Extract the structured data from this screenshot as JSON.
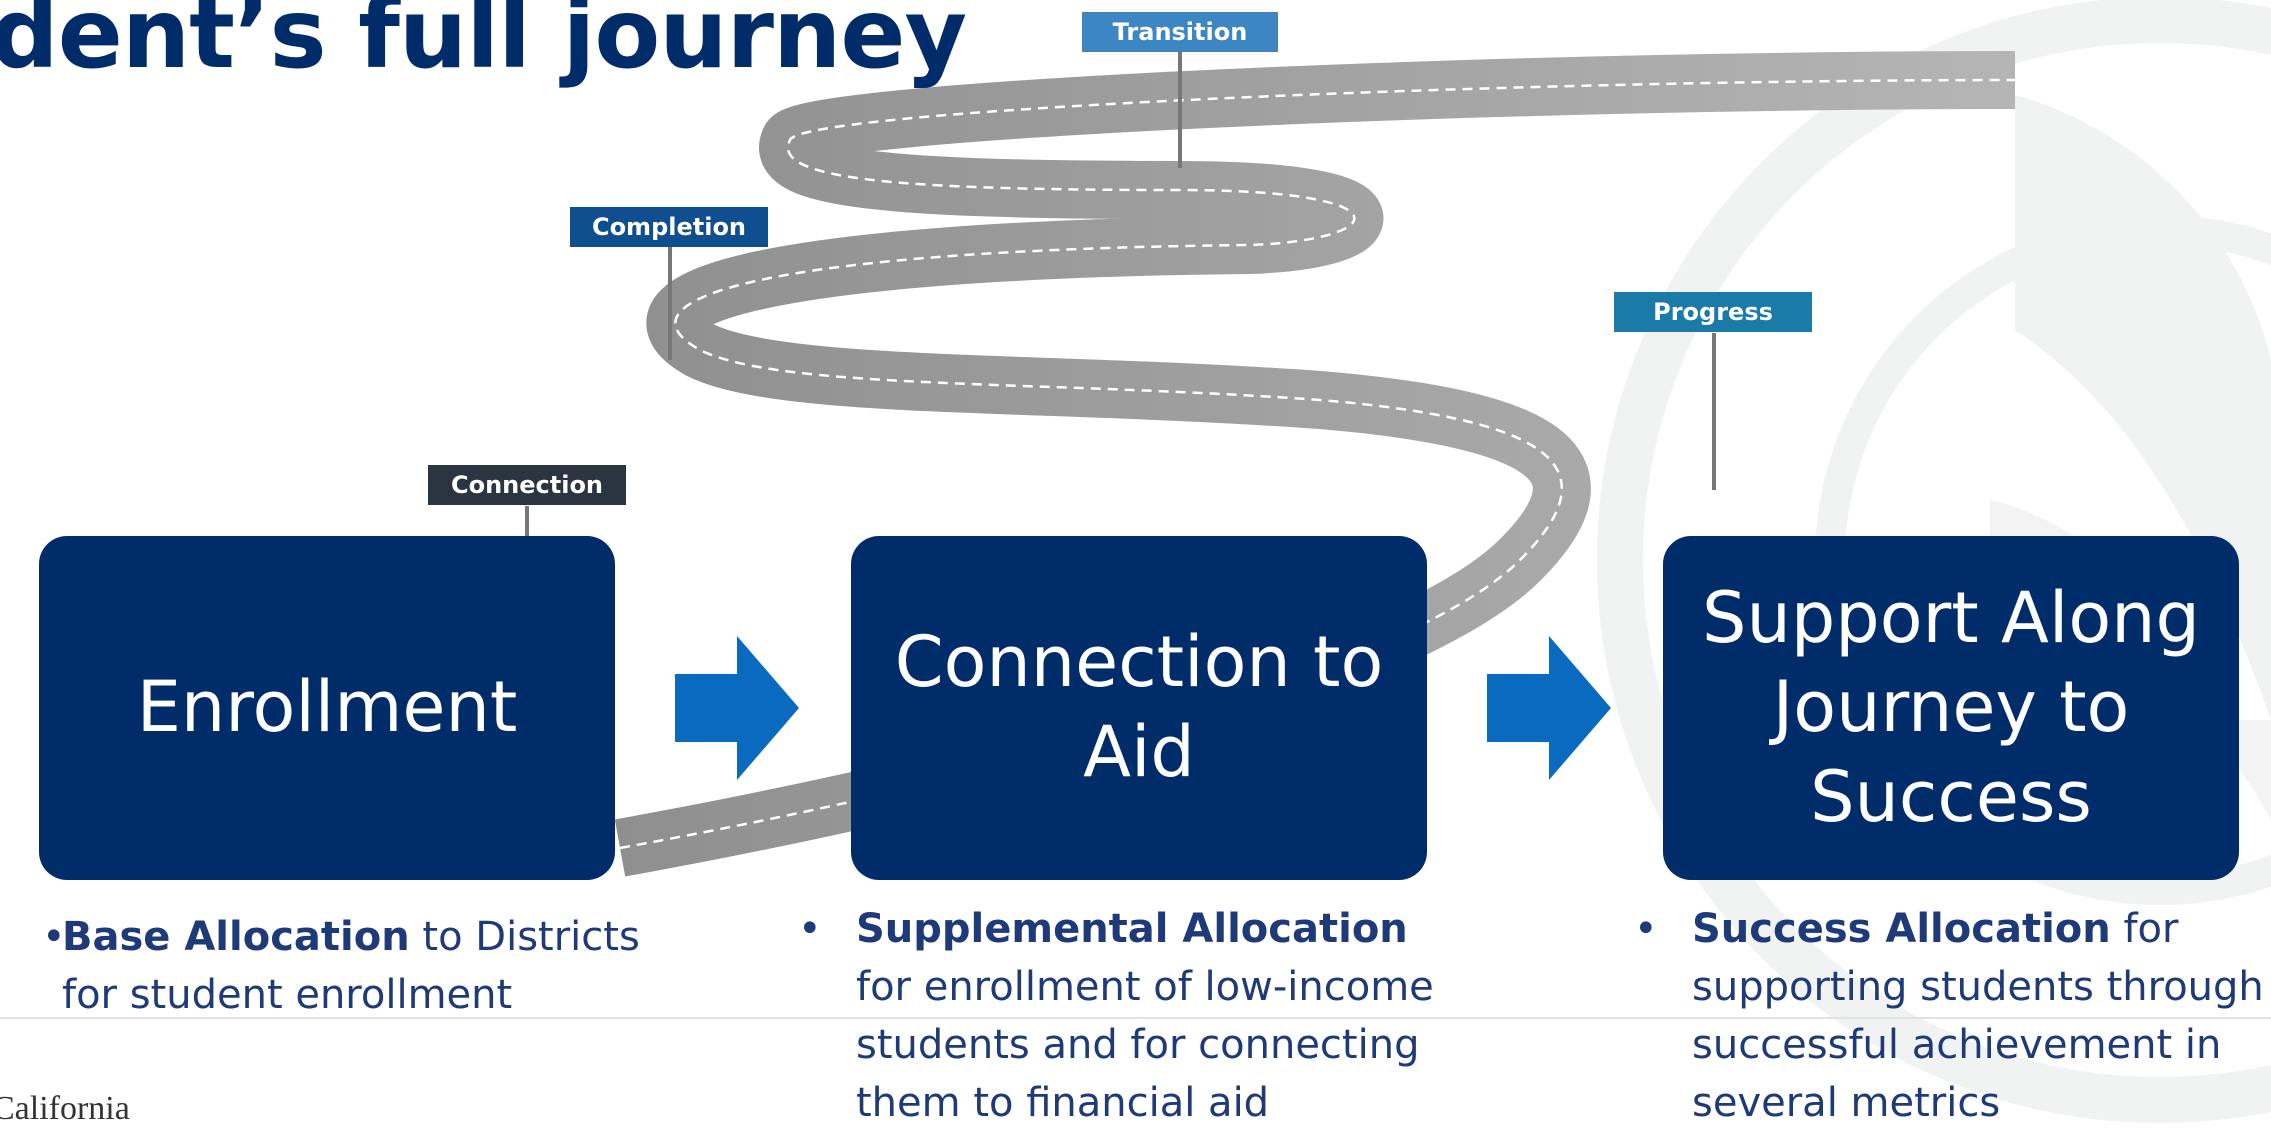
{
  "title": "dent’s full journey",
  "signs": {
    "transition": "Transition",
    "completion": "Completion",
    "progress": "Progress",
    "connection": "Connection"
  },
  "stages": [
    {
      "lines": [
        "Enrollment"
      ]
    },
    {
      "lines": [
        "Connection to",
        "Aid"
      ]
    },
    {
      "lines": [
        "Support Along",
        "Journey to",
        "Success"
      ]
    }
  ],
  "bullets": [
    {
      "bold": "Base Allocation",
      "text": " to Districts for student enrollment"
    },
    {
      "bold": "Supplemental Allocation",
      "text": " for enrollment of low-income students and for connecting them to financial aid"
    },
    {
      "bold": "Success Allocation",
      "text": " for supporting students through successful achievement in several metrics"
    }
  ],
  "bullet_symbol": "•",
  "footer": {
    "brand": "California"
  },
  "colors": {
    "navy": "#002d6a",
    "arrow_blue": "#0a6ac0",
    "road_gray": "#9a9a9a",
    "sign_transition": "#3d86c4",
    "sign_completion": "#0f4f8f",
    "sign_progress": "#1a7aa8",
    "sign_connection": "#2b3541"
  }
}
